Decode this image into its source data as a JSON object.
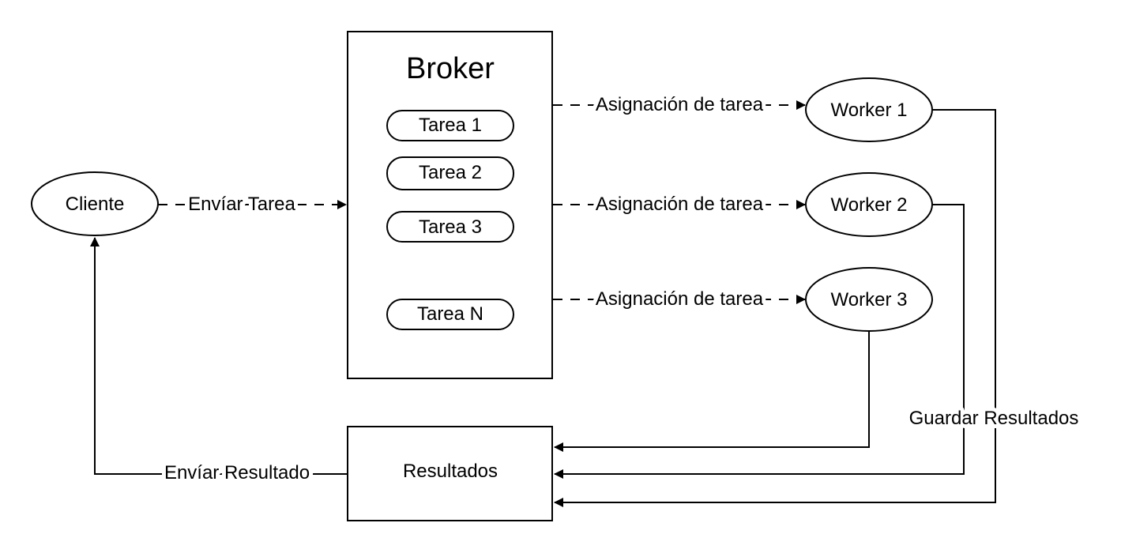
{
  "broker": {
    "title": "Broker",
    "tasks": [
      "Tarea 1",
      "Tarea 2",
      "Tarea 3",
      "Tarea N"
    ]
  },
  "client": {
    "label": "Cliente"
  },
  "workers": [
    "Worker 1",
    "Worker 2",
    "Worker 3"
  ],
  "results": {
    "label": "Resultados"
  },
  "edges": {
    "send_task": "Envíar Tarea",
    "assign_task": "Asignación de tarea",
    "save_results": "Guardar Resultados",
    "send_result": "Envíar Resultado"
  }
}
